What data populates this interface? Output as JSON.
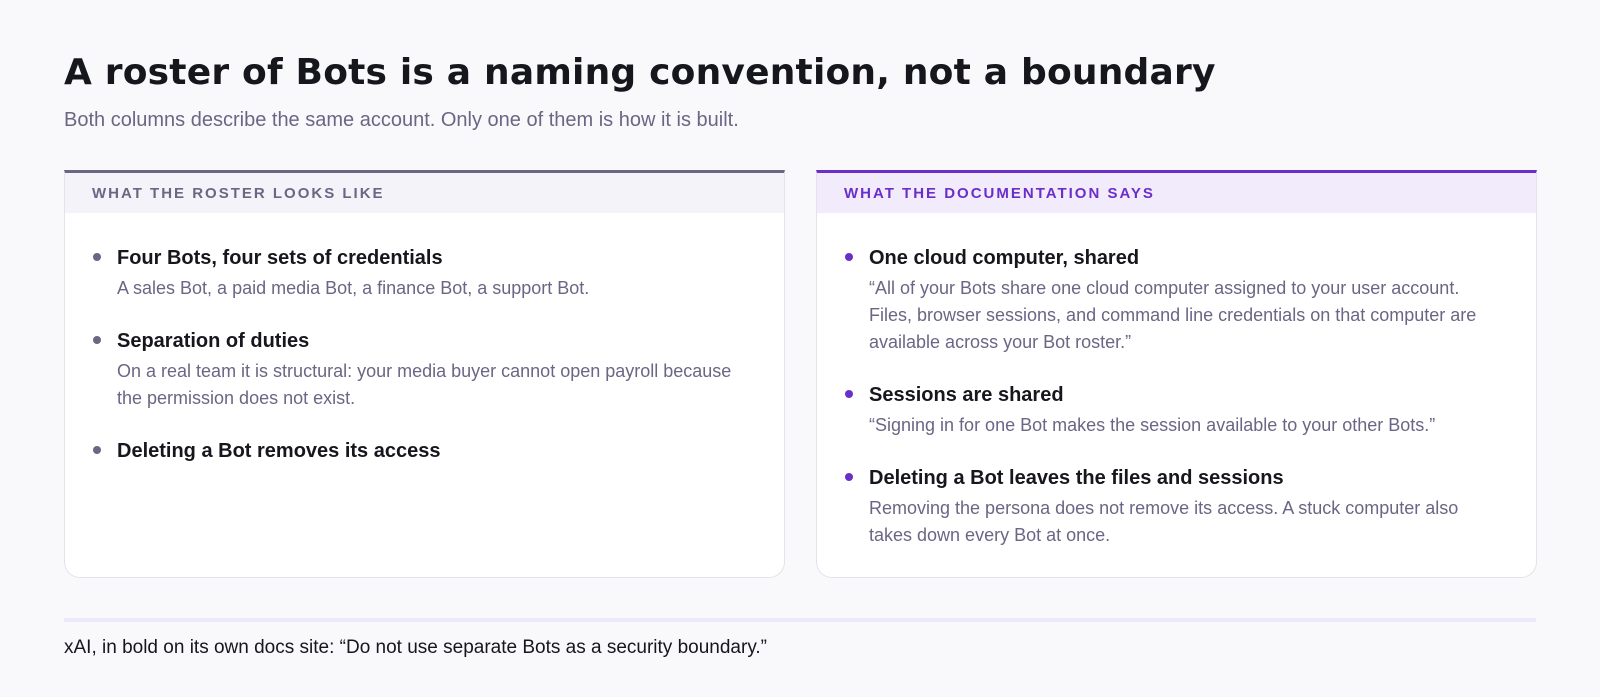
{
  "header": {
    "title": "A roster of Bots is a naming convention, not a boundary",
    "subtitle": "Both columns describe the same account. Only one of them is how it is built."
  },
  "left_panel": {
    "label": "WHAT THE ROSTER LOOKS LIKE",
    "items": [
      {
        "title": "Four Bots, four sets of credentials",
        "desc": "A sales Bot, a paid media Bot, a finance Bot, a support Bot."
      },
      {
        "title": "Separation of duties",
        "desc": "On a real team it is structural: your media buyer cannot open payroll because the permission does not exist."
      },
      {
        "title": "Deleting a Bot removes its access",
        "desc": ""
      }
    ]
  },
  "right_panel": {
    "label": "WHAT THE DOCUMENTATION SAYS",
    "items": [
      {
        "title": "One cloud computer, shared",
        "desc": "“All of your Bots share one cloud computer assigned to your user account. Files, browser sessions, and command line credentials on that computer are available across your Bot roster.”"
      },
      {
        "title": "Sessions are shared",
        "desc": "“Signing in for one Bot makes the session available to your other Bots.”"
      },
      {
        "title": "Deleting a Bot leaves the files and sessions",
        "desc": "Removing the persona does not remove its access. A stuck computer also takes down every Bot at once."
      }
    ]
  },
  "footer": {
    "note": "xAI, in bold on its own docs site: “Do not use separate Bots as a security boundary.”"
  },
  "colors": {
    "background": "#f9f9fb",
    "text": "#16161d",
    "muted": "#6a6684",
    "accent": "#6a2fc9"
  }
}
